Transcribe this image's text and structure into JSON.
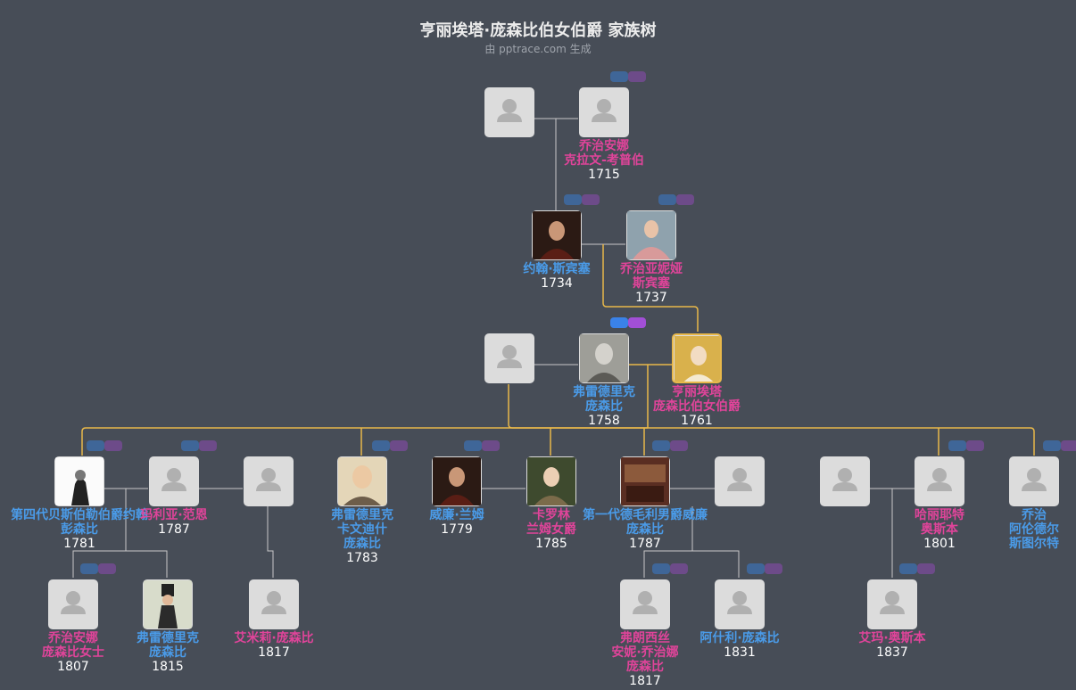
{
  "title": "亨丽埃塔·庞森比伯女伯爵 家族树",
  "subtitle": "由 pptrace.com 生成",
  "colors": {
    "background": "#474d57",
    "male": "#4a9be8",
    "female": "#e0449a",
    "focus_line": "#e8b84a",
    "line": "#c8c8c8"
  },
  "people": [
    {
      "id": "p1",
      "photo": "",
      "gender": "male",
      "lines": []
    },
    {
      "id": "p2",
      "photo": "",
      "gender": "female",
      "lines": [
        "乔治安娜",
        "克拉文-考普伯"
      ],
      "year": "1715"
    },
    {
      "id": "p3",
      "photo": "portrait-dark",
      "gender": "male",
      "lines": [
        "约翰·斯宾塞"
      ],
      "year": "1734"
    },
    {
      "id": "p4",
      "photo": "portrait-lady",
      "gender": "female",
      "lines": [
        "乔治亚妮娅",
        "斯宾塞"
      ],
      "year": "1737"
    },
    {
      "id": "p5",
      "photo": "",
      "gender": "female",
      "lines": []
    },
    {
      "id": "p6",
      "photo": "portrait-engraving",
      "gender": "male",
      "lines": [
        "弗雷德里克",
        "庞森比"
      ],
      "year": "1758"
    },
    {
      "id": "p7",
      "photo": "portrait-gold",
      "gender": "female",
      "lines": [
        "亨丽埃塔",
        "庞森比伯女伯爵"
      ],
      "year": "1761"
    },
    {
      "id": "c1",
      "photo": "portrait-sketch",
      "gender": "male",
      "lines": [
        "第四代贝斯伯勒伯爵约翰",
        "彭森比"
      ],
      "year": "1781"
    },
    {
      "id": "c2",
      "photo": "",
      "gender": "female",
      "lines": [
        "玛利亚·范恩"
      ],
      "year": "1787"
    },
    {
      "id": "c3",
      "photo": "",
      "gender": "female",
      "lines": []
    },
    {
      "id": "c4",
      "photo": "portrait-pale",
      "gender": "male",
      "lines": [
        "弗雷德里克",
        "卡文迪什",
        "庞森比"
      ],
      "year": "1783"
    },
    {
      "id": "c5",
      "photo": "portrait-dark",
      "gender": "male",
      "lines": [
        "威廉·兰姆"
      ],
      "year": "1779"
    },
    {
      "id": "c6",
      "photo": "portrait-green",
      "gender": "female",
      "lines": [
        "卡罗林",
        "兰姆女爵"
      ],
      "year": "1785"
    },
    {
      "id": "c7",
      "photo": "portrait-scene",
      "gender": "male",
      "lines": [
        "第一代德毛利男爵威廉",
        "庞森比"
      ],
      "year": "1787"
    },
    {
      "id": "c8",
      "photo": "",
      "gender": "female",
      "lines": []
    },
    {
      "id": "c9",
      "photo": "",
      "gender": "male",
      "lines": []
    },
    {
      "id": "c10",
      "photo": "",
      "gender": "female",
      "lines": [
        "哈丽耶特",
        "奥斯本"
      ],
      "year": "1801"
    },
    {
      "id": "c11",
      "photo": "",
      "gender": "male",
      "lines": [
        "乔治",
        "阿伦德尔",
        "斯图尔特"
      ]
    },
    {
      "id": "g1",
      "photo": "",
      "gender": "female",
      "lines": [
        "乔治安娜",
        "庞森比女士"
      ],
      "year": "1807"
    },
    {
      "id": "g2",
      "photo": "portrait-tophat",
      "gender": "male",
      "lines": [
        "弗雷德里克",
        "庞森比"
      ],
      "year": "1815"
    },
    {
      "id": "g3",
      "photo": "",
      "gender": "female",
      "lines": [
        "艾米莉·庞森比"
      ],
      "year": "1817"
    },
    {
      "id": "g4",
      "photo": "",
      "gender": "female",
      "lines": [
        "弗朗西丝",
        "安妮·乔治娜",
        "庞森比"
      ],
      "year": "1817"
    },
    {
      "id": "g5",
      "photo": "",
      "gender": "male",
      "lines": [
        "阿什利·庞森比"
      ],
      "year": "1831"
    },
    {
      "id": "g6",
      "photo": "",
      "gender": "female",
      "lines": [
        "艾玛·奥斯本"
      ],
      "year": "1837"
    }
  ]
}
